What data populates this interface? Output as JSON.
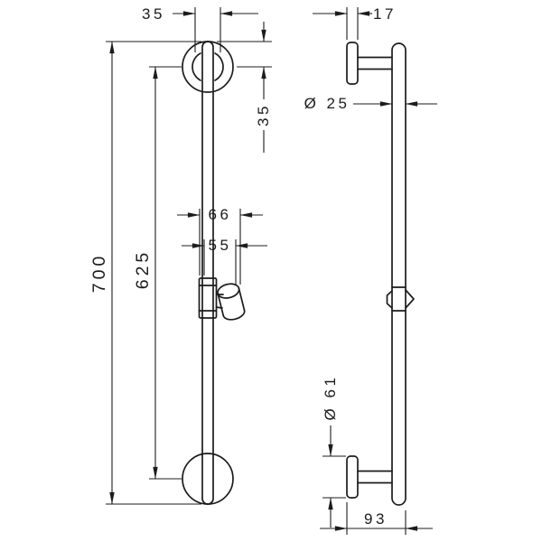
{
  "drawing": {
    "type": "technical-dimension-drawing",
    "background_color": "#ffffff",
    "line_color": "#1c1c1c",
    "front_view": {
      "dim_top_width": "35",
      "dim_top_offset": "35",
      "dim_overall_length": "700",
      "dim_hole_spacing": "625",
      "dim_slider_width": "66",
      "dim_holder_width": "55"
    },
    "side_view": {
      "dim_plate_thickness": "17",
      "dim_bar_diameter": "Ø 25",
      "dim_plate_diameter": "Ø 61",
      "dim_wall_distance": "93"
    }
  }
}
